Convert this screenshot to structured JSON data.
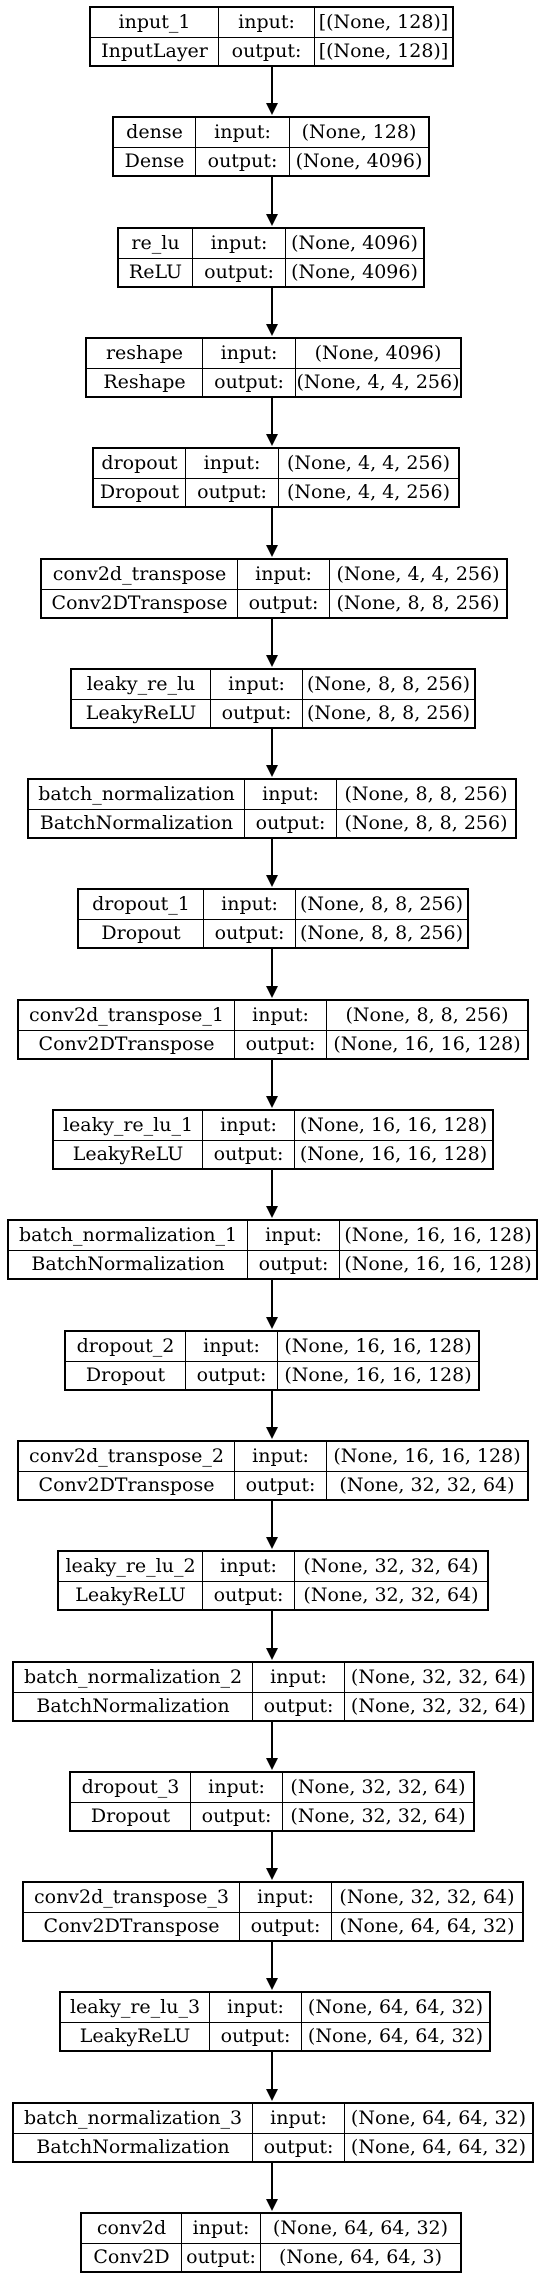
{
  "layers": [
    {
      "name": "input_1",
      "type": "InputLayer",
      "input_label": "input:",
      "output_label": "output:",
      "input": "[(None, 128)]",
      "output": "[(None, 128)]"
    },
    {
      "name": "dense",
      "type": "Dense",
      "input_label": "input:",
      "output_label": "output:",
      "input": "(None, 128)",
      "output": "(None, 4096)"
    },
    {
      "name": "re_lu",
      "type": "ReLU",
      "input_label": "input:",
      "output_label": "output:",
      "input": "(None, 4096)",
      "output": "(None, 4096)"
    },
    {
      "name": "reshape",
      "type": "Reshape",
      "input_label": "input:",
      "output_label": "output:",
      "input": "(None, 4096)",
      "output": "(None, 4, 4, 256)"
    },
    {
      "name": "dropout",
      "type": "Dropout",
      "input_label": "input:",
      "output_label": "output:",
      "input": "(None, 4, 4, 256)",
      "output": "(None, 4, 4, 256)"
    },
    {
      "name": "conv2d_transpose",
      "type": "Conv2DTranspose",
      "input_label": "input:",
      "output_label": "output:",
      "input": "(None, 4, 4, 256)",
      "output": "(None, 8, 8, 256)"
    },
    {
      "name": "leaky_re_lu",
      "type": "LeakyReLU",
      "input_label": "input:",
      "output_label": "output:",
      "input": "(None, 8, 8, 256)",
      "output": "(None, 8, 8, 256)"
    },
    {
      "name": "batch_normalization",
      "type": "BatchNormalization",
      "input_label": "input:",
      "output_label": "output:",
      "input": "(None, 8, 8, 256)",
      "output": "(None, 8, 8, 256)"
    },
    {
      "name": "dropout_1",
      "type": "Dropout",
      "input_label": "input:",
      "output_label": "output:",
      "input": "(None, 8, 8, 256)",
      "output": "(None, 8, 8, 256)"
    },
    {
      "name": "conv2d_transpose_1",
      "type": "Conv2DTranspose",
      "input_label": "input:",
      "output_label": "output:",
      "input": "(None, 8, 8, 256)",
      "output": "(None, 16, 16, 128)"
    },
    {
      "name": "leaky_re_lu_1",
      "type": "LeakyReLU",
      "input_label": "input:",
      "output_label": "output:",
      "input": "(None, 16, 16, 128)",
      "output": "(None, 16, 16, 128)"
    },
    {
      "name": "batch_normalization_1",
      "type": "BatchNormalization",
      "input_label": "input:",
      "output_label": "output:",
      "input": "(None, 16, 16, 128)",
      "output": "(None, 16, 16, 128)"
    },
    {
      "name": "dropout_2",
      "type": "Dropout",
      "input_label": "input:",
      "output_label": "output:",
      "input": "(None, 16, 16, 128)",
      "output": "(None, 16, 16, 128)"
    },
    {
      "name": "conv2d_transpose_2",
      "type": "Conv2DTranspose",
      "input_label": "input:",
      "output_label": "output:",
      "input": "(None, 16, 16, 128)",
      "output": "(None, 32, 32, 64)"
    },
    {
      "name": "leaky_re_lu_2",
      "type": "LeakyReLU",
      "input_label": "input:",
      "output_label": "output:",
      "input": "(None, 32, 32, 64)",
      "output": "(None, 32, 32, 64)"
    },
    {
      "name": "batch_normalization_2",
      "type": "BatchNormalization",
      "input_label": "input:",
      "output_label": "output:",
      "input": "(None, 32, 32, 64)",
      "output": "(None, 32, 32, 64)"
    },
    {
      "name": "dropout_3",
      "type": "Dropout",
      "input_label": "input:",
      "output_label": "output:",
      "input": "(None, 32, 32, 64)",
      "output": "(None, 32, 32, 64)"
    },
    {
      "name": "conv2d_transpose_3",
      "type": "Conv2DTranspose",
      "input_label": "input:",
      "output_label": "output:",
      "input": "(None, 32, 32, 64)",
      "output": "(None, 64, 64, 32)"
    },
    {
      "name": "leaky_re_lu_3",
      "type": "LeakyReLU",
      "input_label": "input:",
      "output_label": "output:",
      "input": "(None, 64, 64, 32)",
      "output": "(None, 64, 64, 32)"
    },
    {
      "name": "batch_normalization_3",
      "type": "BatchNormalization",
      "input_label": "input:",
      "output_label": "output:",
      "input": "(None, 64, 64, 32)",
      "output": "(None, 64, 64, 32)"
    },
    {
      "name": "conv2d",
      "type": "Conv2D",
      "input_label": "input:",
      "output_label": "output:",
      "input": "(None, 64, 64, 32)",
      "output": "(None, 64, 64, 3)"
    }
  ]
}
